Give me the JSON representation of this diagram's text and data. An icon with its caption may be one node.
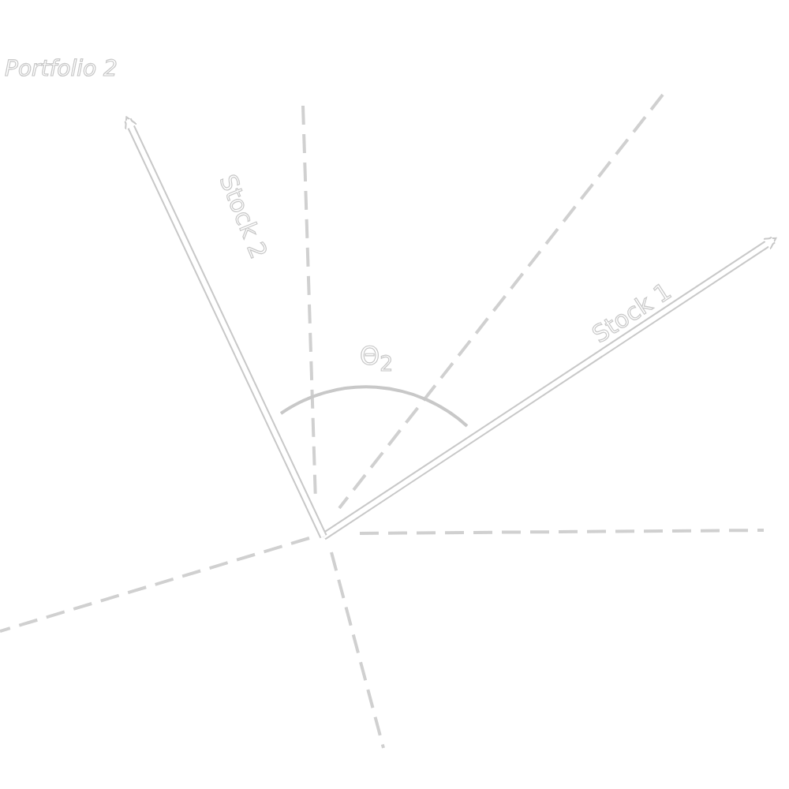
{
  "diagram": {
    "labels": [
      "Portfolio 2",
      "Stock 2",
      "Θ$_{2}$",
      "Stock 1"
    ]
  }
}
